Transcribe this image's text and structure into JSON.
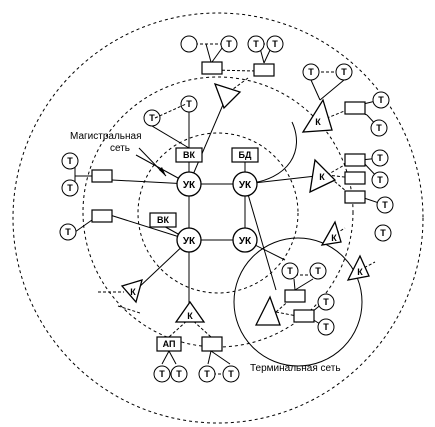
{
  "diagram": {
    "labels": {
      "backbone_caption_line1": "Магистральная",
      "backbone_caption_line2": "сеть",
      "terminal_caption": "Терминальная сеть"
    },
    "nodes": {
      "switch": "УК",
      "terminal": "Т",
      "concentrator": "К",
      "host_computer": "ВК",
      "database": "БД",
      "subscriber_point": "АП"
    }
  }
}
